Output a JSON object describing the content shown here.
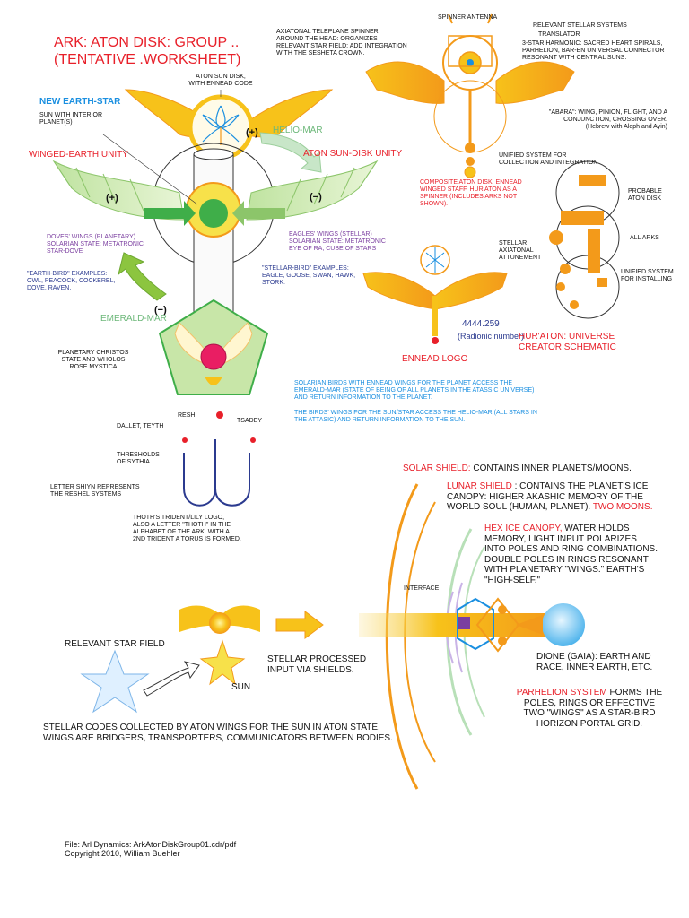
{
  "title_lines": "ARK: ATON DISK: GROUP ..\n(TENTATIVE .WORKSHEET)",
  "labels": {
    "aton_sun_disk": "ATON SUN DISK,\nWITH ENNEAD CODE",
    "new_earth_star": "NEW EARTH-STAR",
    "sun_interior": "SUN WITH INTERIOR\nPLANET(S)",
    "helio_mar": "HELIO-MAR",
    "winged_earth": "WINGED-EARTH UNITY",
    "aton_sun_disk_unity": "ATON SUN-DISK UNITY",
    "plus": "(+)",
    "minus": "(−)",
    "doves_wings": "DOVES' WINGS (PLANETARY)\nSOLARIAN STATE: METATRONIC\nSTAR-DOVE",
    "eagles_wings": "EAGLES' WINGS (STELLAR)\nSOLARIAN STATE: METATRONIC\nEYE OF RA, CUBE OF STARS",
    "earth_bird": "\"EARTH-BIRD\" EXAMPLES:\nOWL, PEACOCK, COCKEREL,\nDOVE, RAVEN.",
    "stellar_bird": "\"STELLAR-BIRD\" EXAMPLES:\nEAGLE, GOOSE, SWAN, HAWK,\nSTORK.",
    "emerald_mar": "EMERALD-MAR",
    "planetary_christos": "PLANETARY CHRISTOS\nSTATE AND WHOLOS\nROSE MYSTICA",
    "axiatonal": "AXIATONAL TELEPLANE SPINNER\nAROUND THE HEAD: ORGANIZES\nRELEVANT STAR FIELD: ADD INTEGRATION\nWITH THE SESHETA CROWN.",
    "spinner_antenna": "SPINNER ANTENNA",
    "relevant_stellar": "RELEVANT STELLAR SYSTEMS",
    "translator": "TRANSLATOR",
    "three_star": "3-STAR HARMONIC: SACRED HEART SPIRALS,\nPARHELION, BAR-EN UNIVERSAL CONNECTOR\nRESONANT WITH CENTRAL SUNS.",
    "abara": "\"ABARA\":  WING, PINION, FLIGHT, AND A\nCONJUNCTION, CROSSING OVER.\n(Hebrew with Aleph and Ayin)",
    "composite": "COMPOSITE ATON DISK, ENNEAD\nWINGED STAFF, HUR'ATON AS A\nSPINNER (INCLUDES ARKS NOT\nSHOWN).",
    "unified_collection": "UNIFIED SYSTEM FOR\nCOLLECTION AND INTEGRATION",
    "probable_aton": "PROBABLE\nATON DISK",
    "stellar_axiatonal": "STELLAR\nAXIATONAL\nATTUNEMENT",
    "all_arks": "ALL ARKS",
    "unified_installing": "UNIFIED SYSTEM\nFOR INSTALLING",
    "radionic_value": "4444.259",
    "radionic_label": "(Radionic number)",
    "ennead_logo": "ENNEAD LOGO",
    "huraton": "HUR'ATON: UNIVERSE\nCREATOR SCHEMATIC",
    "solarian_birds": "SOLARIAN BIRDS WITH ENNEAD WINGS FOR THE PLANET ACCESS THE\nEMERALD-MAR (STATE OF BEING OF ALL PLANETS IN THE ATASSIC UNIVERSE)\nAND RETURN INFORMATION TO THE PLANET.",
    "birds_wings": "THE BIRDS' WINGS FOR THE SUN/STAR ACCESS THE HELIO-MAR (ALL STARS IN\nTHE ATTASIC) AND RETURN INFORMATION TO THE SUN.",
    "resh": "RESH",
    "dallet": "DALLET, TEYTH",
    "tsadey": "TSADEY",
    "thresholds": "THRESHOLDS\nOF SYTHIA",
    "letter_shiyn": "LETTER SHIYN REPRESENTS\nTHE RESHEL SYSTEMS",
    "thoth": "THOTH'S TRIDENT/LILY LOGO,\nALSO A LETTER \"THOTH\" IN THE\nALPHABET OF THE ARK. WITH A\n2ND TRIDENT A TORUS IS FORMED.",
    "solar_shield_key": "SOLAR SHIELD:",
    "solar_shield_text": " CONTAINS INNER PLANETS/MOONS.",
    "lunar_shield_key": "LUNAR SHIELD",
    "lunar_shield_text1": " : CONTAINS THE PLANET'S ICE",
    "lunar_shield_text2": "CANOPY: HIGHER AKASHIC MEMORY OF THE\nWORLD SOUL (HUMAN, PLANET). ",
    "two_moons": "TWO MOONS.",
    "hex_key": "HEX ICE CANOPY,",
    "hex_text1": " WATER HOLDS",
    "hex_text2": "MEMORY, LIGHT INPUT POLARIZES\nINTO POLES AND RING COMBINATIONS.\nDOUBLE POLES IN RINGS RESONANT\nWITH PLANETARY \"WINGS.\"  EARTH'S\n\"HIGH-SELF.\"",
    "interface": "INTERFACE",
    "relevant_star_field": "RELEVANT STAR FIELD",
    "sun": "SUN",
    "stellar_processed": "STELLAR PROCESSED\nINPUT VIA SHIELDS.",
    "dione": "DIONE (GAIA): EARTH AND\nRACE, INNER EARTH, ETC.",
    "parhelion_key": "PARHELION SYSTEM",
    "parhelion_text1": " FORMS THE",
    "parhelion_text2": "POLES, RINGS OR EFFECTIVE\nTWO \"WINGS\" AS A STAR-BIRD\nHORIZON PORTAL GRID.",
    "stellar_codes": "STELLAR CODES COLLECTED BY ATON WINGS FOR THE SUN IN ATON STATE,\nWINGS ARE BRIDGERS, TRANSPORTERS, COMMUNICATORS BETWEEN BODIES."
  },
  "footer": "File: Arl Dynamics: ArkAtonDiskGroup01.cdr/pdf\nCopyright 2010, William Buehler",
  "colors": {
    "red": "#e8202a",
    "orange": "#f39a1a",
    "gold": "#f7c21a",
    "green": "#3fae49",
    "light_green": "#c8e6a8",
    "blue": "#1a8fe0",
    "navy": "#2b3a8f",
    "violet": "#7b3fa0",
    "pink_rose": "#e91e63"
  }
}
